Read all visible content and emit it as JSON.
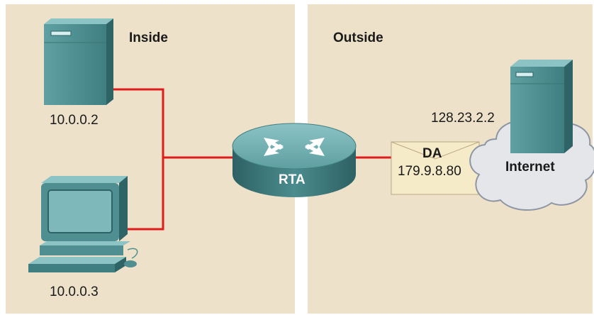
{
  "colors": {
    "panel": "#ede2c9",
    "link": "#e01b1b",
    "device": "#4f8f91",
    "device_dark": "#2f6466",
    "device_light": "#7fb8ba",
    "envelope": "#f6ebc8",
    "cloud": "#e4e6ea"
  },
  "regions": {
    "inside": "Inside",
    "outside": "Outside"
  },
  "devices": {
    "server_inside": {
      "ip": "10.0.0.2",
      "icon": "server-icon"
    },
    "workstation": {
      "ip": "10.0.0.3",
      "icon": "computer-icon"
    },
    "router": {
      "label": "RTA",
      "icon": "router-icon"
    },
    "server_outside": {
      "ip": "128.23.2.2",
      "icon": "server-icon"
    },
    "internet": {
      "label": "Internet",
      "icon": "cloud-icon"
    }
  },
  "packet": {
    "field": "DA",
    "address": "179.9.8.80",
    "icon": "envelope-icon"
  }
}
